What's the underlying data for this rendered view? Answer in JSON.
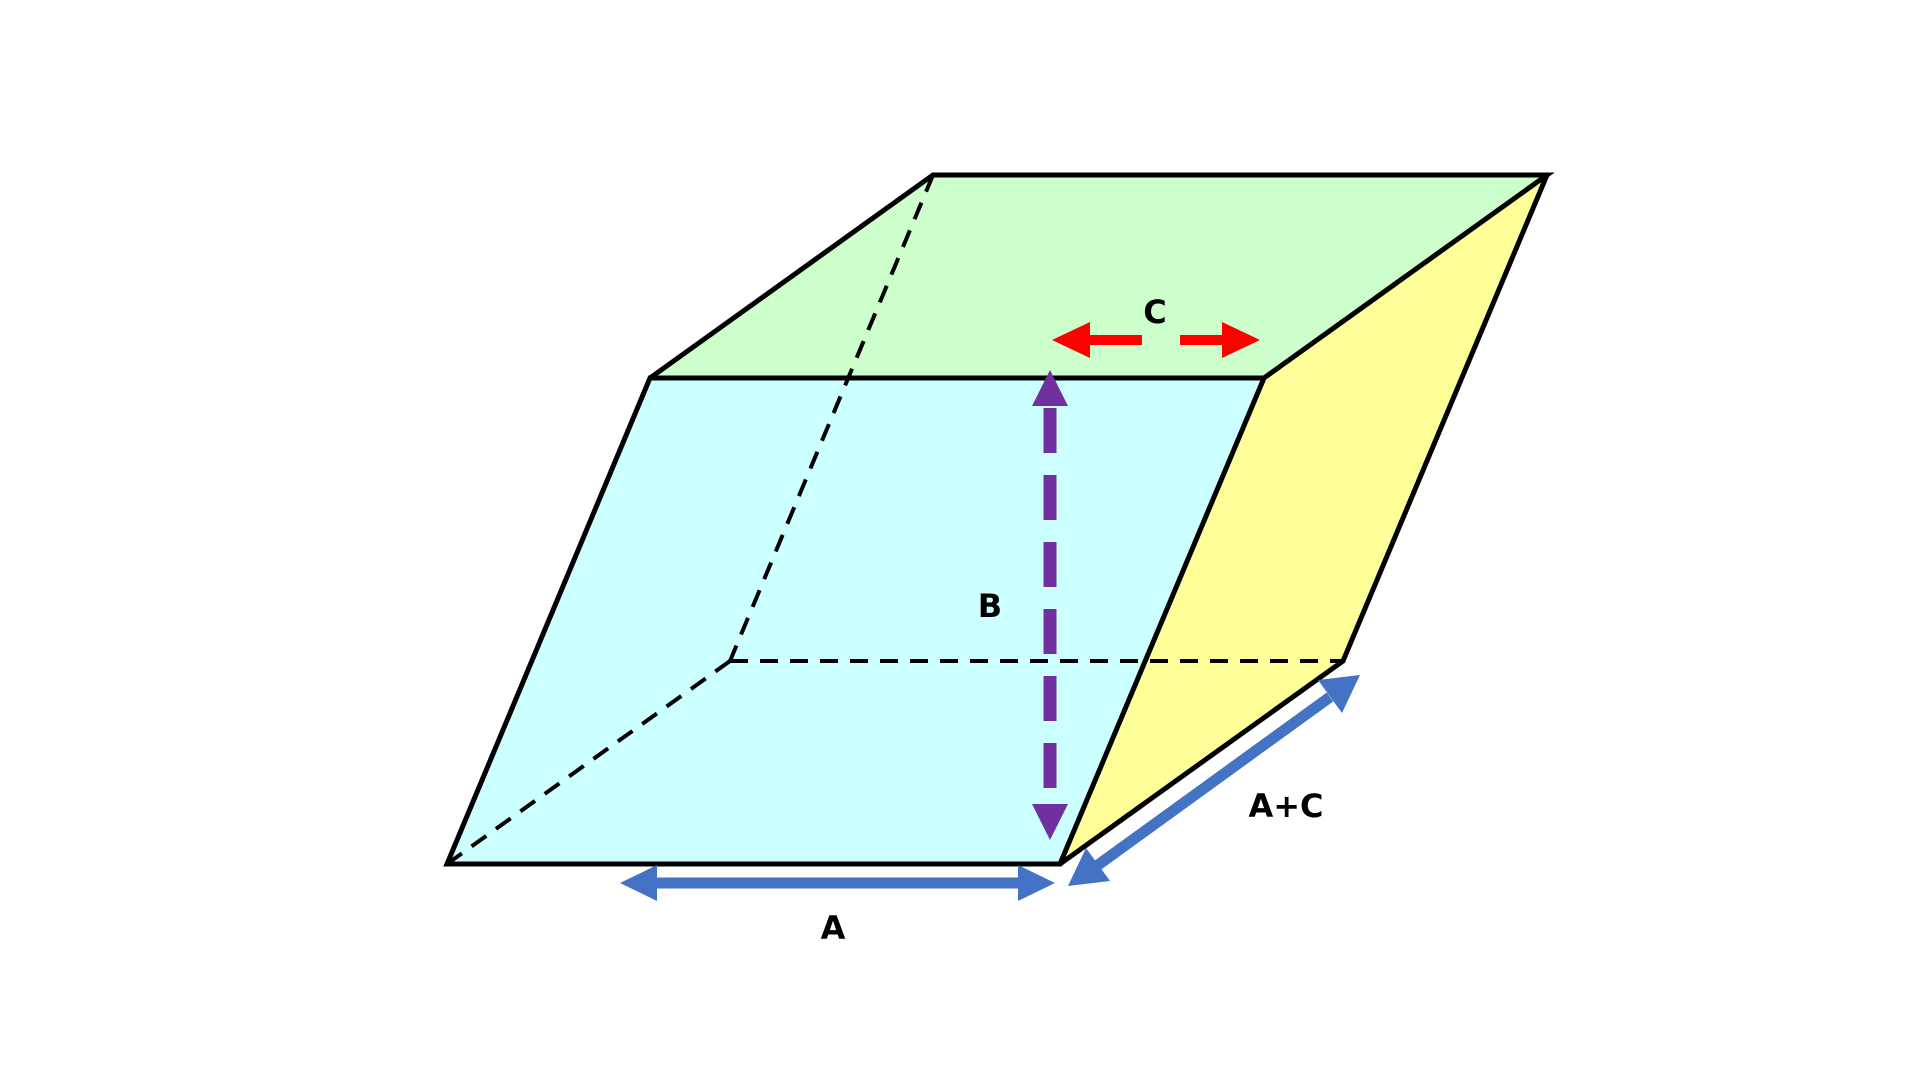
{
  "diagram": {
    "labels": {
      "a": "A",
      "b": "B",
      "c": "C",
      "a_plus_c": "A+C"
    },
    "colors": {
      "front_face": "#ccffff",
      "top_face": "#ccffcc",
      "side_face": "#ffff99",
      "edge": "#000000",
      "arrow_a": "#4472c4",
      "arrow_a_plus_c": "#4472c4",
      "arrow_b": "#7030a0",
      "arrow_c": "#ff0000"
    }
  }
}
